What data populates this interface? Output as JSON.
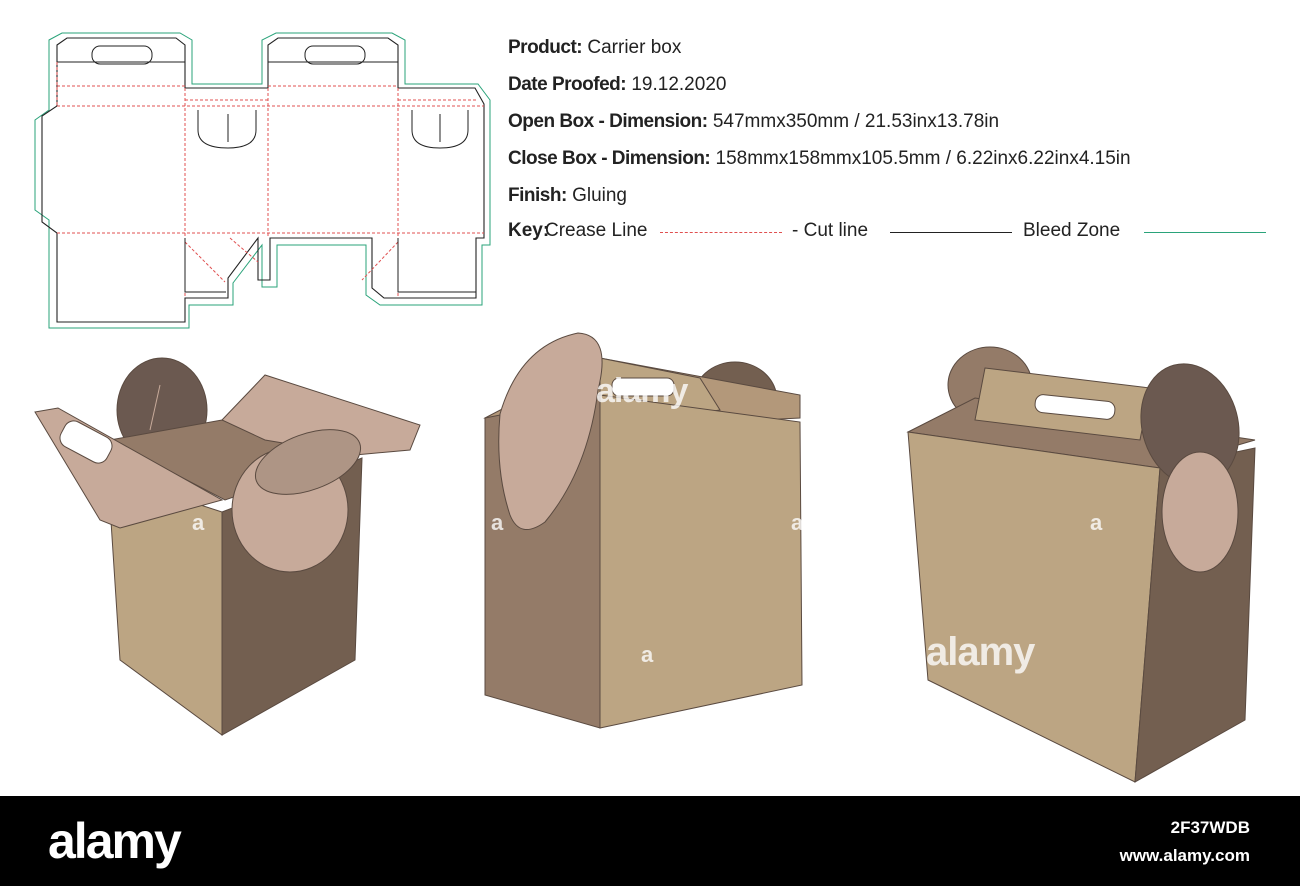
{
  "specs": {
    "product": {
      "label": "Product:",
      "value": "Carrier box"
    },
    "date_proofed": {
      "label": "Date Proofed:",
      "value": "19.12.2020"
    },
    "open_box": {
      "label": "Open Box - Dimension:",
      "value": "547mmx350mm / 21.53inx13.78in"
    },
    "close_box": {
      "label": "Close Box - Dimension:",
      "value": "158mmx158mmx105.5mm / 6.22inx6.22inx4.15in"
    },
    "finish": {
      "label": "Finish:",
      "value": "Gluing"
    }
  },
  "key": {
    "label": "Key:",
    "crease": "Crease Line",
    "cut": "- Cut line",
    "bleed": "Bleed Zone"
  },
  "colors": {
    "crease": "#e05050",
    "cut": "#222222",
    "bleed": "#2aa37a",
    "kraft_light": "#bca583",
    "kraft_mid": "#947b68",
    "kraft_dark": "#735f50",
    "flap_pink": "#c7aa9a",
    "flap_dark": "#6b5950"
  },
  "watermarks": {
    "top": "alamy",
    "middle": "alamy",
    "letter": "a"
  },
  "footer": {
    "logo": "alamy",
    "image_id": "2F37WDB",
    "url": "www.alamy.com"
  }
}
